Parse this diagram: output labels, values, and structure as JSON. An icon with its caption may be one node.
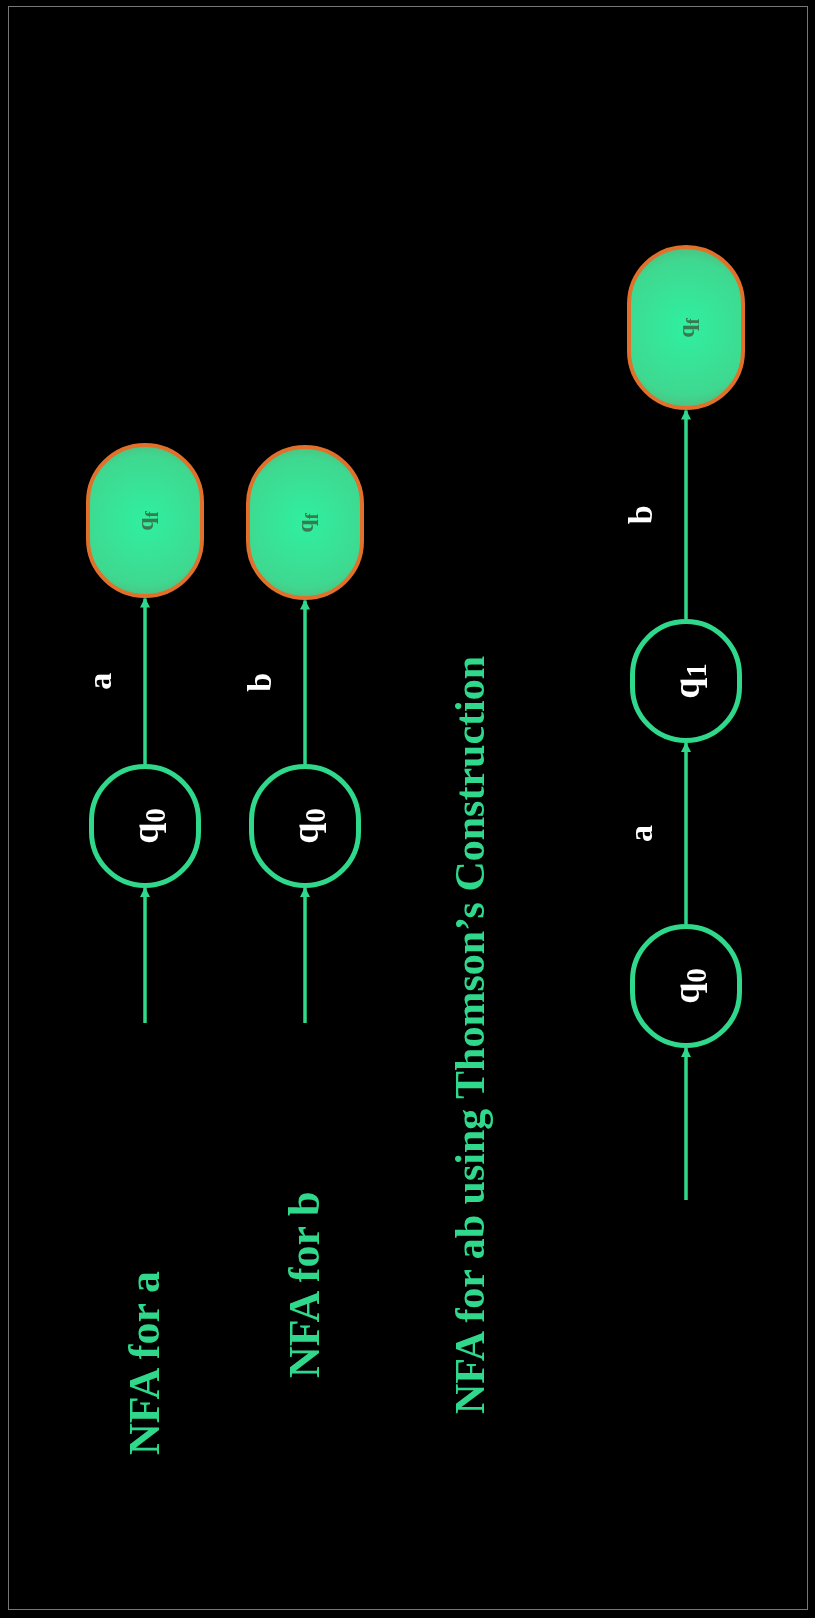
{
  "diagram": {
    "nodes": [
      {
        "text": [
          "q$_{0}$"
        ]
      },
      {
        "text": [
          "q$_{f}$"
        ]
      },
      {
        "text": [
          "q$_{0}$"
        ]
      },
      {
        "text": [
          "q$_{f}$"
        ]
      },
      {
        "text": [
          "q$_{0}$"
        ]
      },
      {
        "text": [
          "q$_{1}$"
        ]
      },
      {
        "text": [
          "q$_{f}$"
        ]
      }
    ],
    "edges": [
      {
        "from": null,
        "to": 0,
        "arrow": "to"
      },
      {
        "from": 0,
        "to": 1,
        "arrow": "to",
        "label": "a"
      },
      {
        "from": null,
        "to": 2,
        "arrow": "to"
      },
      {
        "from": 2,
        "to": 3,
        "arrow": "to",
        "label": "b"
      },
      {
        "from": null,
        "to": 4,
        "arrow": "to"
      },
      {
        "from": 4,
        "to": 5,
        "arrow": "to",
        "label": "a"
      },
      {
        "from": 5,
        "to": 6,
        "arrow": "to",
        "label": "b"
      }
    ],
    "labels": [
      "NFA for a",
      "NFA for b",
      "NFA for ab using Thomson’s Construction"
    ]
  }
}
